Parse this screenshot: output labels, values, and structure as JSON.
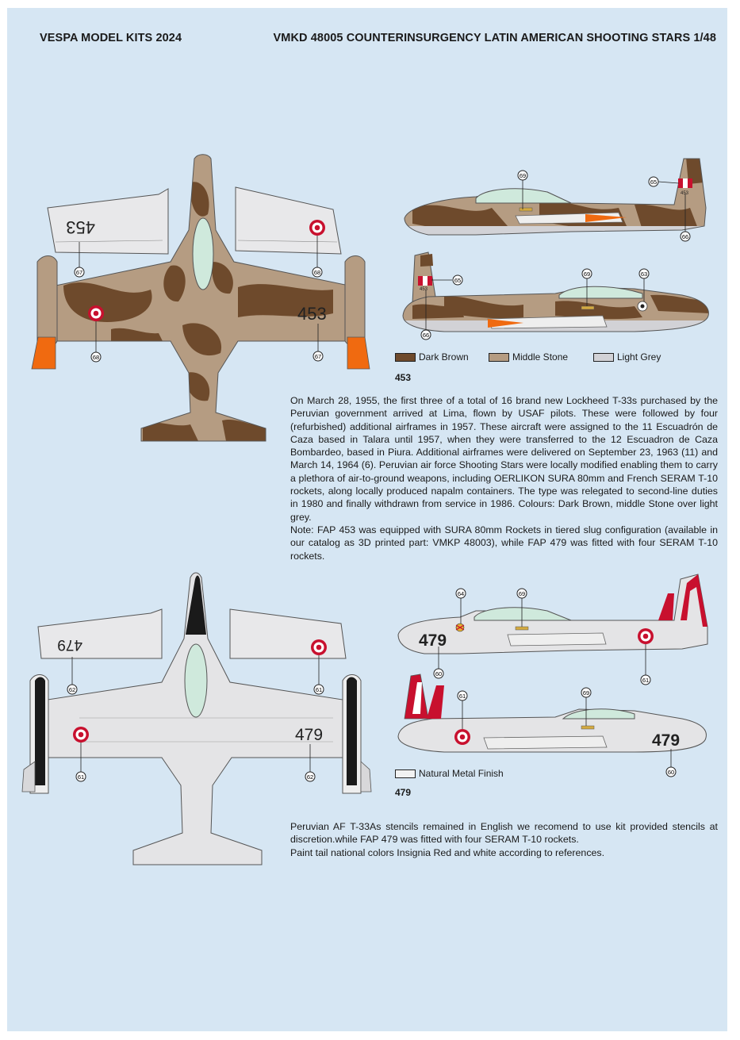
{
  "header": {
    "left": "VESPA MODEL KITS 2024",
    "right": "VMKD 48005 COUNTERINSURGENCY LATIN AMERICAN SHOOTING STARS 1/48"
  },
  "colors": {
    "dark_brown": "#6e4a2c",
    "middle_stone": "#b59c82",
    "light_grey": "#d2d2d6",
    "natural_metal": "#dcdcdc",
    "insignia_red": "#c8102e",
    "orange": "#f06a10"
  },
  "scheme_453": {
    "code": "453",
    "serial": "453",
    "legend": [
      {
        "label": "Dark Brown",
        "color": "#6e4a2c"
      },
      {
        "label": "Middle Stone",
        "color": "#b59c82"
      },
      {
        "label": "Light Grey",
        "color": "#d2d2d6"
      }
    ],
    "callouts": {
      "wing_left": "67",
      "wing_right": "68",
      "upper_roundel": "68",
      "upper_serial": "67",
      "canopy": "69",
      "tail_flag": "65",
      "tail_serial": "66",
      "fin_badge": "63"
    },
    "description": [
      "On March 28, 1955, the first three of a total of 16 brand new Lockheed T-33s purchased by the Peruvian government arrived at Lima, flown by USAF pilots. These were followed by four (refurbished) additional airframes in 1957. These aircraft were assigned to the 11 Escuadrón de Caza based in Talara until 1957, when they were transferred to the 12 Escuadron de Caza Bombardeo, based in Piura. Additional airframes were delivered on September 23, 1963 (11) and March 14, 1964 (6). Peruvian air force Shooting Stars were locally modified enabling them to carry a plethora of air-to-ground weapons, including OERLIKON SURA 80mm and French SERAM T-10 rockets, along locally produced napalm containers. The type was relegated to second-line duties in 1980 and finally withdrawn from service in 1986. Colours: Dark Brown, middle Stone over light grey.",
      "Note: FAP 453 was equipped with SURA 80mm Rockets in tiered slug configuration (available in our catalog as 3D printed part: VMKP 48003), while FAP 479 was fitted with four SERAM T-10 rockets."
    ]
  },
  "scheme_479": {
    "code": "479",
    "serial": "479",
    "legend": [
      {
        "label": "Natural Metal Finish",
        "color": "#f2f2f2"
      }
    ],
    "callouts": {
      "wing_left": "62",
      "wing_right": "61",
      "upper_roundel": "61",
      "upper_serial": "62",
      "badge": "64",
      "canopy": "69",
      "nose_serial": "60",
      "roundel": "61"
    },
    "description": [
      "Peruvian AF T-33As stencils remained in English we recomend to use kit provided stencils at discretion.while FAP 479 was fitted with four SERAM T-10 rockets.",
      "Paint tail national colors Insignia Red and white according to references."
    ]
  }
}
